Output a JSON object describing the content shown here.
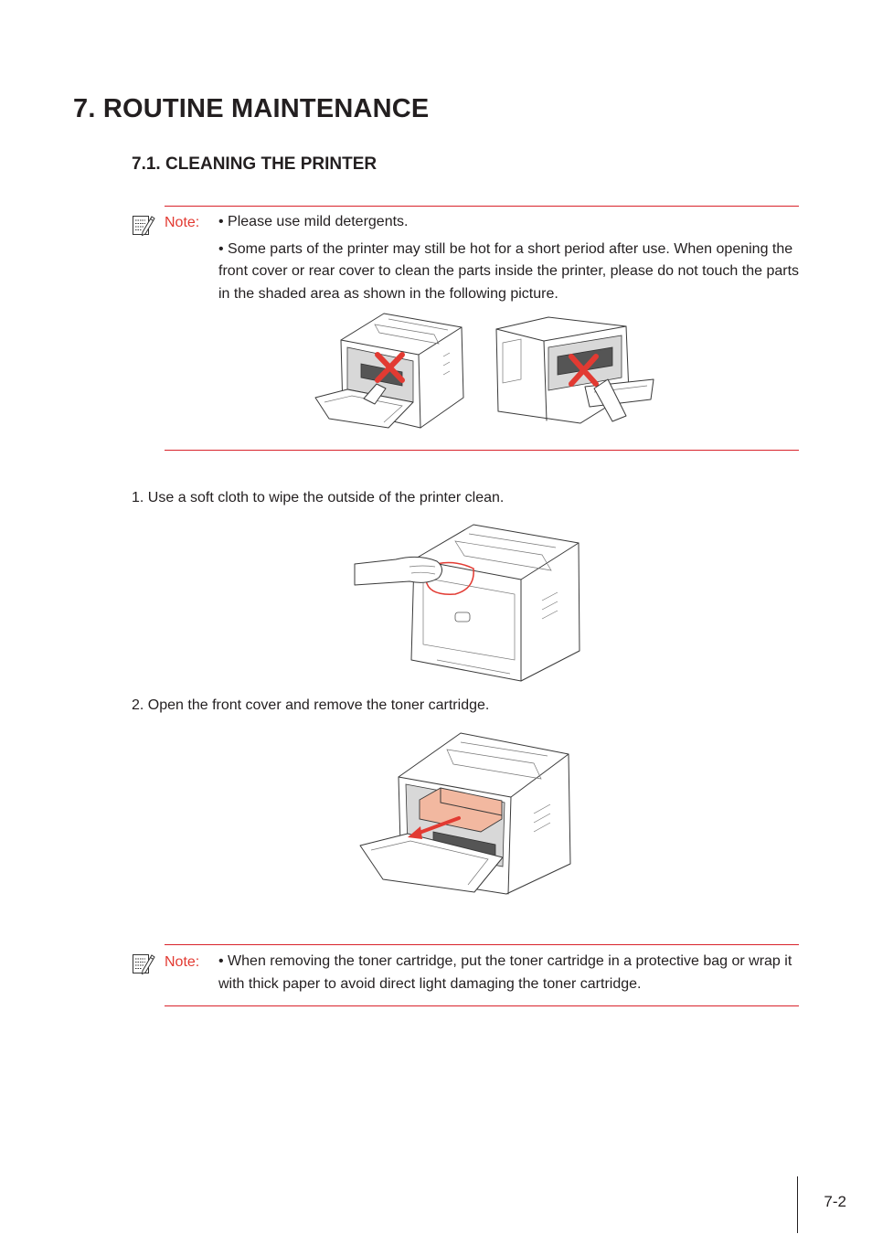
{
  "chapter_title": "7. ROUTINE MAINTENANCE",
  "section_title": "7.1. CLEANING THE PRINTER",
  "note1": {
    "label": "Note:",
    "bullet1": "• Please use mild detergents.",
    "bullet2": "• Some parts of the printer may still be hot for a short period after use. When opening the front cover or rear cover to clean the parts inside the printer, please do not touch the parts in the shaded area as shown in the following picture."
  },
  "step1": "1. Use a soft cloth to wipe the outside of the printer clean.",
  "step2": "2. Open the front cover and remove the toner cartridge.",
  "note2": {
    "label": "Note:",
    "bullet1": "• When removing the toner cartridge, put the toner cartridge in a protective bag or wrap it with thick paper to avoid direct light damaging the toner cartridge."
  },
  "page_number": "7-2",
  "colors": {
    "accent_red": "#d9232b",
    "note_label": "#e23a32",
    "text": "#231f20"
  },
  "icons": [
    "note-pencil-icon"
  ]
}
